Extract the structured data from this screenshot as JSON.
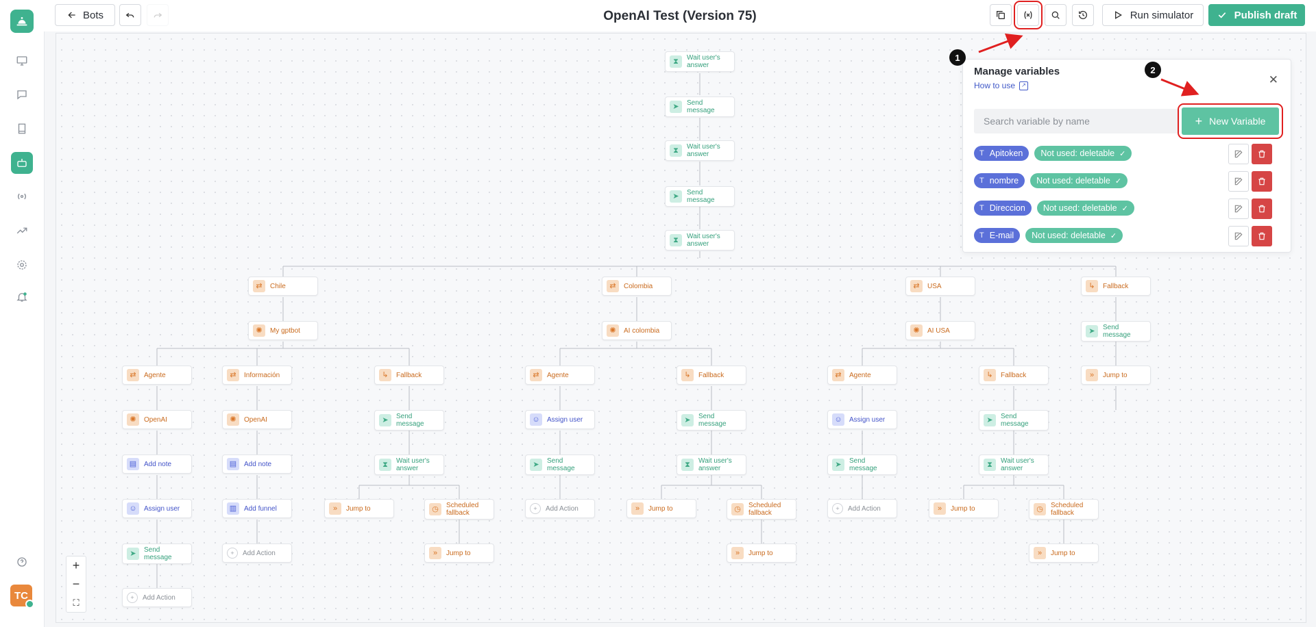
{
  "sidebar": {
    "items": [
      {
        "name": "sidebar-item-dashboard",
        "icon": "monitor-icon"
      },
      {
        "name": "sidebar-item-conversations",
        "icon": "chat-icon"
      },
      {
        "name": "sidebar-item-contacts",
        "icon": "book-icon"
      },
      {
        "name": "sidebar-item-bots",
        "icon": "bot-icon",
        "active": true
      },
      {
        "name": "sidebar-item-broadcasts",
        "icon": "broadcast-icon"
      },
      {
        "name": "sidebar-item-analytics",
        "icon": "trend-icon"
      },
      {
        "name": "sidebar-item-settings",
        "icon": "gear-icon"
      },
      {
        "name": "sidebar-item-notifications",
        "icon": "bell-icon"
      }
    ],
    "help_icon": "help-icon",
    "avatar": "TC"
  },
  "topbar": {
    "back_label": "Bots",
    "title": "OpenAI Test (Version 75)",
    "run_label": "Run simulator",
    "publish_label": "Publish draft"
  },
  "panel": {
    "title": "Manage variables",
    "how_to": "How to use",
    "search_placeholder": "Search variable by name",
    "new_label": "New Variable",
    "variables": [
      {
        "name": "Apitoken",
        "status": "Not used: deletable"
      },
      {
        "name": "nombre",
        "status": "Not used: deletable"
      },
      {
        "name": "Direccion",
        "status": "Not used: deletable"
      },
      {
        "name": "E-mail",
        "status": "Not used: deletable"
      }
    ]
  },
  "annotations": {
    "one": "1",
    "two": "2"
  },
  "flow": {
    "nodes": [
      {
        "id": "n1",
        "label": "Wait user's answer",
        "kind": "green",
        "icon": "hourglass-icon"
      },
      {
        "id": "n2",
        "label": "Send message",
        "kind": "green",
        "icon": "send-icon"
      },
      {
        "id": "n3",
        "label": "Wait user's answer",
        "kind": "green",
        "icon": "hourglass-icon"
      },
      {
        "id": "n4",
        "label": "Send message",
        "kind": "green",
        "icon": "send-icon"
      },
      {
        "id": "n5",
        "label": "Wait user's answer",
        "kind": "green",
        "icon": "hourglass-icon"
      },
      {
        "id": "chile",
        "label": "Chile",
        "kind": "orange",
        "icon": "shuffle-icon"
      },
      {
        "id": "colombia",
        "label": "Colombia",
        "kind": "orange",
        "icon": "shuffle-icon"
      },
      {
        "id": "usa",
        "label": "USA",
        "kind": "orange",
        "icon": "shuffle-icon"
      },
      {
        "id": "fb0",
        "label": "Fallback",
        "kind": "orange",
        "icon": "fallback-icon"
      },
      {
        "id": "gpt1",
        "label": "My gptbot",
        "kind": "orange",
        "icon": "openai-icon"
      },
      {
        "id": "gpt2",
        "label": "AI colombia",
        "kind": "orange",
        "icon": "openai-icon"
      },
      {
        "id": "gpt3",
        "label": "AI USA",
        "kind": "orange",
        "icon": "openai-icon"
      },
      {
        "id": "fb0s",
        "label": "Send message",
        "kind": "green",
        "icon": "send-icon"
      },
      {
        "id": "fb0j",
        "label": "Jump to",
        "kind": "orange",
        "icon": "jump-icon"
      },
      {
        "id": "a1",
        "label": "Agente",
        "kind": "orange",
        "icon": "shuffle-icon"
      },
      {
        "id": "i1",
        "label": "Información",
        "kind": "orange",
        "icon": "shuffle-icon"
      },
      {
        "id": "f1",
        "label": "Fallback",
        "kind": "orange",
        "icon": "fallback-icon"
      },
      {
        "id": "a2",
        "label": "Agente",
        "kind": "orange",
        "icon": "shuffle-icon"
      },
      {
        "id": "f2",
        "label": "Fallback",
        "kind": "orange",
        "icon": "fallback-icon"
      },
      {
        "id": "a3",
        "label": "Agente",
        "kind": "orange",
        "icon": "shuffle-icon"
      },
      {
        "id": "f3",
        "label": "Fallback",
        "kind": "orange",
        "icon": "fallback-icon"
      },
      {
        "id": "a1o",
        "label": "OpenAI",
        "kind": "orange",
        "icon": "openai-icon"
      },
      {
        "id": "i1o",
        "label": "OpenAI",
        "kind": "orange",
        "icon": "openai-icon"
      },
      {
        "id": "f1s",
        "label": "Send message",
        "kind": "green",
        "icon": "send-icon"
      },
      {
        "id": "a2u",
        "label": "Assign user",
        "kind": "blue",
        "icon": "user-icon"
      },
      {
        "id": "f2s",
        "label": "Send message",
        "kind": "green",
        "icon": "send-icon"
      },
      {
        "id": "a3u",
        "label": "Assign user",
        "kind": "blue",
        "icon": "user-icon"
      },
      {
        "id": "f3s",
        "label": "Send message",
        "kind": "green",
        "icon": "send-icon"
      },
      {
        "id": "a1n",
        "label": "Add note",
        "kind": "blue",
        "icon": "note-icon"
      },
      {
        "id": "i1n",
        "label": "Add note",
        "kind": "blue",
        "icon": "note-icon"
      },
      {
        "id": "f1w",
        "label": "Wait user's answer",
        "kind": "green",
        "icon": "hourglass-icon"
      },
      {
        "id": "a2s",
        "label": "Send message",
        "kind": "green",
        "icon": "send-icon"
      },
      {
        "id": "f2w",
        "label": "Wait user's answer",
        "kind": "green",
        "icon": "hourglass-icon"
      },
      {
        "id": "a3s",
        "label": "Send message",
        "kind": "green",
        "icon": "send-icon"
      },
      {
        "id": "f3w",
        "label": "Wait user's answer",
        "kind": "green",
        "icon": "hourglass-icon"
      },
      {
        "id": "a1u",
        "label": "Assign user",
        "kind": "blue",
        "icon": "user-icon"
      },
      {
        "id": "i1f",
        "label": "Add funnel",
        "kind": "blue",
        "icon": "funnel-icon"
      },
      {
        "id": "f1j",
        "label": "Jump to",
        "kind": "orange",
        "icon": "jump-icon"
      },
      {
        "id": "f1sf",
        "label": "Scheduled fallback",
        "kind": "orange",
        "icon": "clock-icon"
      },
      {
        "id": "a2x",
        "label": "Add Action",
        "kind": "gray",
        "icon": "plus-circle-icon"
      },
      {
        "id": "f2j",
        "label": "Jump to",
        "kind": "orange",
        "icon": "jump-icon"
      },
      {
        "id": "f2sf",
        "label": "Scheduled fallback",
        "kind": "orange",
        "icon": "clock-icon"
      },
      {
        "id": "a3x",
        "label": "Add Action",
        "kind": "gray",
        "icon": "plus-circle-icon"
      },
      {
        "id": "f3j",
        "label": "Jump to",
        "kind": "orange",
        "icon": "jump-icon"
      },
      {
        "id": "f3sf",
        "label": "Scheduled fallback",
        "kind": "orange",
        "icon": "clock-icon"
      },
      {
        "id": "a1s",
        "label": "Send message",
        "kind": "green",
        "icon": "send-icon"
      },
      {
        "id": "i1x",
        "label": "Add Action",
        "kind": "gray",
        "icon": "plus-circle-icon"
      },
      {
        "id": "f1j2",
        "label": "Jump to",
        "kind": "orange",
        "icon": "jump-icon"
      },
      {
        "id": "f2j2",
        "label": "Jump to",
        "kind": "orange",
        "icon": "jump-icon"
      },
      {
        "id": "f3j2",
        "label": "Jump to",
        "kind": "orange",
        "icon": "jump-icon"
      },
      {
        "id": "a1x",
        "label": "Add Action",
        "kind": "gray",
        "icon": "plus-circle-icon"
      }
    ]
  }
}
